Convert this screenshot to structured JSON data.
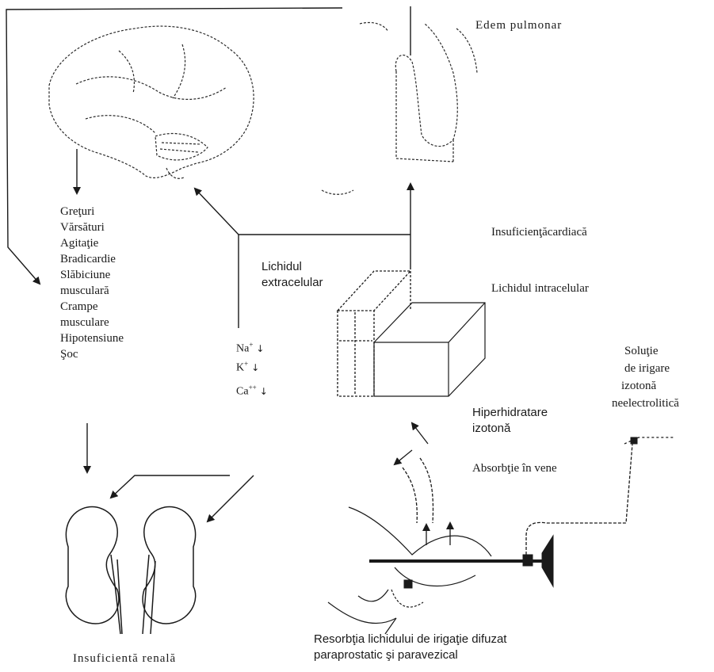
{
  "labels": {
    "edem_pulmonar": "Edem pulmonar",
    "insuficienta_cardiaca": "Insuficienţăcardiacă",
    "lichidul_extracelular_line1": "Lichidul",
    "lichidul_extracelular_line2": "extracelular",
    "lichidul_intracelular": "Lichidul intracelular",
    "solutie_line1": "Soluţie",
    "solutie_line2": "de irigare",
    "solutie_line3": "izotonă",
    "solutie_line4": "neelectrolitică",
    "hiperhidratare_line1": "Hiperhidratare",
    "hiperhidratare_line2": "izotonă",
    "absorbtie": "Absorbţie în vene",
    "resorbtia_line1": "Resorbţia lichidului de irigaţie difuzat",
    "resorbtia_line2": "paraprostatic şi paravezical",
    "insuficienta_renala": "Insuficientă renală"
  },
  "symptoms": [
    "Greţuri",
    "Vărsături",
    "Agitaţie",
    "Bradicardie",
    "Slăbiciune",
    "musculară",
    "Crampe",
    "musculare",
    "Hipotensiune",
    "Şoc"
  ],
  "ions": [
    {
      "base": "Na",
      "charge": "+",
      "arrow": "↓"
    },
    {
      "base": "K",
      "charge": "+",
      "arrow": "↓"
    },
    {
      "base": "Ca",
      "charge": "++",
      "arrow": "↓"
    }
  ]
}
